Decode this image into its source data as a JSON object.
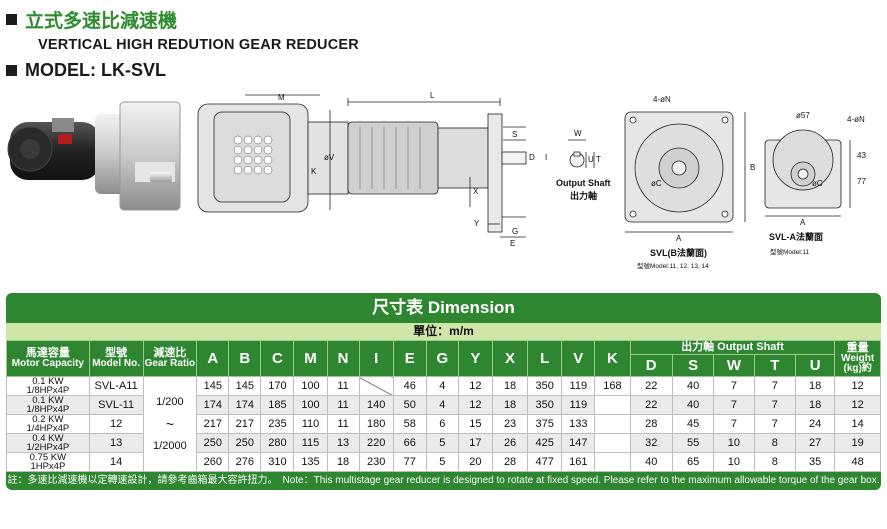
{
  "header": {
    "title_cn": "立式多速比減速機",
    "title_en": "VERTICAL HIGH REDUTION GEAR REDUCER",
    "model_line": "MODEL: LK-SVL"
  },
  "drawing_labels": {
    "M": "M",
    "L": "L",
    "S": "S",
    "W": "W",
    "U": "U",
    "T": "T",
    "D": "D",
    "I": "I",
    "X": "X",
    "Y": "Y",
    "G": "G",
    "E": "E",
    "K": "K",
    "V": "øV",
    "output_shaft_en": "Output Shaft",
    "output_shaft_cn": "出力軸",
    "n_holes": "4-øN",
    "A": "A",
    "B": "B",
    "C": "øC",
    "C2": "øC",
    "d57": "ø57",
    "d43": "43",
    "d77": "77",
    "svl_b_caption": "SVL(B法蘭面)",
    "svl_b_model": "型號Model:11, 12, 13, 14",
    "svl_a_caption": "SVL-A法蘭面",
    "svl_a_model": "型號Model:11"
  },
  "table": {
    "banner": "尺寸表 Dimension",
    "unit": "單位：m/m",
    "headers": {
      "capacity_cn": "馬達容量",
      "capacity_en": "Motor Capacity",
      "model_cn": "型號",
      "model_en": "Model No.",
      "ratio_cn": "減速比",
      "ratio_en": "Gear Ratio",
      "dims": [
        "A",
        "B",
        "C",
        "M",
        "N",
        "I",
        "E",
        "G",
        "Y",
        "X",
        "L",
        "V",
        "K"
      ],
      "shaft_title": "出力軸 Output Shaft",
      "shaft": [
        "D",
        "S",
        "W",
        "T",
        "U"
      ],
      "weight_cn": "重量",
      "weight_en": "Weight",
      "weight_unit": "(kg)約"
    },
    "rows": [
      {
        "cap1": "0.1 KW",
        "cap2": "1/8HPx4P",
        "model": "SVL-A11",
        "v": [
          "145",
          "145",
          "170",
          "100",
          "11",
          "",
          "46",
          "4",
          "12",
          "18",
          "350",
          "119",
          "168"
        ],
        "s": [
          "22",
          "40",
          "7",
          "7",
          "18"
        ],
        "w": "12"
      },
      {
        "cap1": "0.1 KW",
        "cap2": "1/8HPx4P",
        "model": "SVL-11",
        "v": [
          "174",
          "174",
          "185",
          "100",
          "11",
          "140",
          "50",
          "4",
          "12",
          "18",
          "350",
          "119",
          ""
        ],
        "s": [
          "22",
          "40",
          "7",
          "7",
          "18"
        ],
        "w": "12"
      },
      {
        "cap1": "0.2 KW",
        "cap2": "1/4HPx4P",
        "model": "12",
        "v": [
          "217",
          "217",
          "235",
          "110",
          "11",
          "180",
          "58",
          "6",
          "15",
          "23",
          "375",
          "133",
          ""
        ],
        "s": [
          "28",
          "45",
          "7",
          "7",
          "24"
        ],
        "w": "14"
      },
      {
        "cap1": "0.4 KW",
        "cap2": "1/2HPx4P",
        "model": "13",
        "v": [
          "250",
          "250",
          "280",
          "115",
          "13",
          "220",
          "66",
          "5",
          "17",
          "26",
          "425",
          "147",
          ""
        ],
        "s": [
          "32",
          "55",
          "10",
          "8",
          "27"
        ],
        "w": "19"
      },
      {
        "cap1": "0.75 KW",
        "cap2": "1HPx4P",
        "model": "14",
        "v": [
          "260",
          "276",
          "310",
          "135",
          "18",
          "230",
          "77",
          "5",
          "20",
          "28",
          "477",
          "161",
          ""
        ],
        "s": [
          "40",
          "65",
          "10",
          "8",
          "35"
        ],
        "w": "48"
      }
    ],
    "ratio_top": "1/200",
    "ratio_mid": "~",
    "ratio_bottom": "1/2000",
    "note": "註：多速比減速機以定轉速設計，請參考齒箱最大容許扭力。　Note：This multistage gear reducer is designed to rotate at fixed speed. Please refer to the maximum allowable torque of the gear box."
  }
}
